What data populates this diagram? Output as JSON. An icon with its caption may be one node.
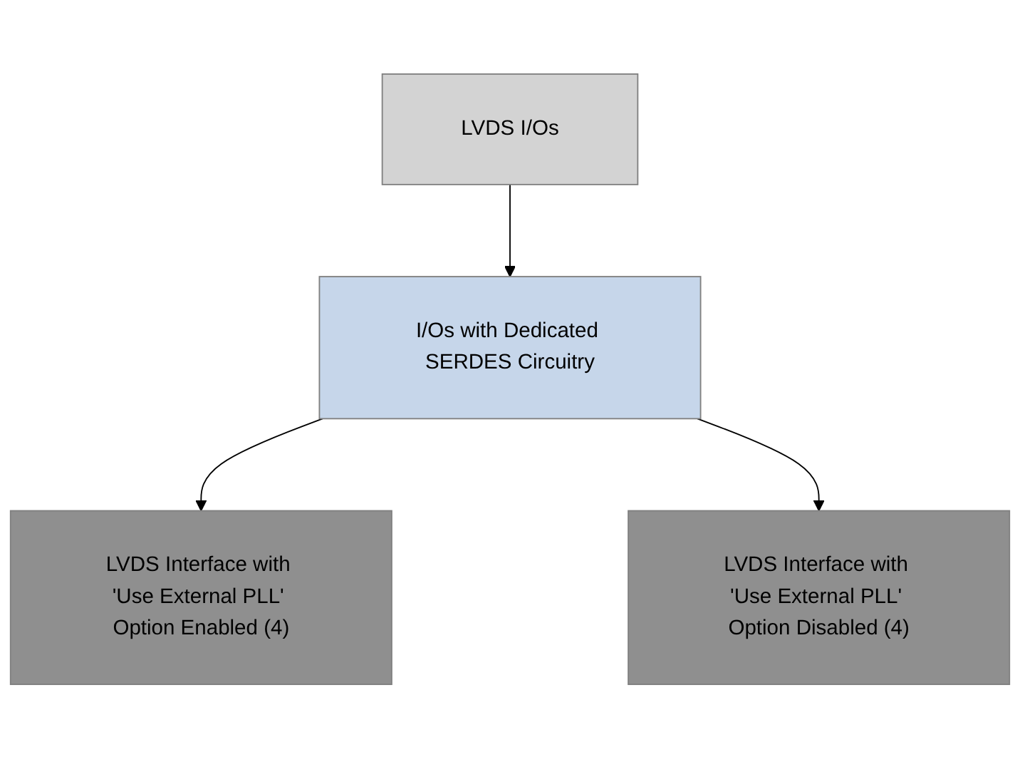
{
  "diagram": {
    "nodes": [
      {
        "text": [
          "LVDS I/Os"
        ]
      },
      {
        "text": [
          "I/Os with Dedicated SERDES Circuitry"
        ]
      },
      {
        "text": [
          "LVDS Interface with 'Use External PLL' Option Enabled (4)"
        ]
      },
      {
        "text": [
          "LVDS Interface with 'Use External PLL' Option Disabled (4)"
        ]
      }
    ],
    "edges": [
      {
        "from": 0,
        "to": 1,
        "arrow": "to"
      },
      {
        "from": 1,
        "to": 2,
        "arrow": "to"
      },
      {
        "from": 1,
        "to": 3,
        "arrow": "to"
      }
    ]
  }
}
